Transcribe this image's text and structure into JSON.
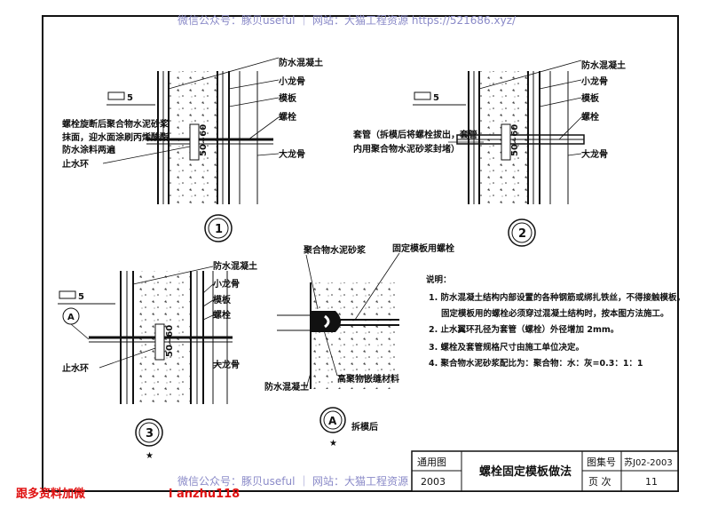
{
  "watermark_top": "微信公众号：豚贝useful ｜ 网站：大猫工程资源 https://521686.xyz/",
  "watermark_bottom": "微信公众号：豚贝useful ｜ 网站：大猫工程资源 https://521686.xyz/",
  "footer_left": "跟多资料加微",
  "footer_right": "i anzhu118",
  "labels": {
    "waterproof_concrete": "防水混凝土",
    "small_keel": "小龙骨",
    "formwork": "模板",
    "bolt": "螺栓",
    "big_keel": "大龙骨",
    "water_stop_ring": "止水环",
    "polymer_mortar": "聚合物水泥砂浆",
    "formwork_bolt": "固定模板用螺栓",
    "sealant": "高聚物嵌缝材料",
    "after_removal": "拆模后",
    "fig1_note_1": "螺栓旋断后聚合物水泥砂浆",
    "fig1_note_2": "抹面，迎水面涂刷丙烯酸酯",
    "fig1_note_3": "防水涂料两遍",
    "fig2_note_1": "套管（拆模后将螺栓拔出，套管",
    "fig2_note_2": "内用聚合物水泥砂浆封堵）",
    "dim_5": "5",
    "dim_50": "50~60",
    "fig1": "1",
    "fig2": "2",
    "fig3": "3",
    "detail_a": "A",
    "star": "★"
  },
  "notes": {
    "title": "说明：",
    "n1": "1. 防水混凝土结构内部设置的各种钢筋或绑扎铁丝，不得接触模板，",
    "n1b": "固定模板用的螺栓必须穿过混凝土结构时，按本图方法施工。",
    "n2": "2. 止水翼环孔径为套管（螺栓）外径增加 2mm。",
    "n3": "3. 螺栓及套管规格尺寸由施工单位决定。",
    "n4": "4. 聚合物水泥砂浆配比为：聚合物：水：灰=0.3：1：1"
  },
  "title_block": {
    "general_label": "通用图",
    "year": "2003",
    "title": "螺栓固定模板做法",
    "atlas_label": "图集号",
    "atlas_no": "苏J02-2003",
    "page_label": "页 次",
    "page_no": "11"
  },
  "colors": {
    "line": "#111111",
    "watermark": "#8a8ac8",
    "footer": "#e01010"
  }
}
